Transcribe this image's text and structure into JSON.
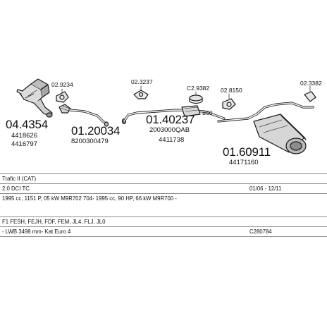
{
  "parts": [
    {
      "code": "04.4354",
      "refs": [
        "4418626",
        "4416797"
      ]
    },
    {
      "code": "01.20034",
      "refs": [
        "8200300479"
      ]
    },
    {
      "code": "01.40237",
      "refs": [
        "2003000QAB",
        "4411738"
      ]
    },
    {
      "code": "01.60911",
      "refs": [
        "44171160"
      ]
    }
  ],
  "small_parts": [
    "02.9234",
    "02.3237",
    "C2.9382",
    "02.8150",
    "02.3382"
  ],
  "dimension_label": "ø50",
  "info_rows": [
    {
      "left": "Trafic II (CAT)",
      "right": ""
    },
    {
      "left": "2.0 DCI TC",
      "right": "01/06 - 12/11"
    },
    {
      "left": "1995 cc, 1151 P, 05 kW M9R702 704- 1995 cc, 90 HP, 66 kW M9R700 -",
      "right": ""
    },
    {
      "left": "F1 FESH, FEJH, FDF, FEM, JL4, FLJ, JL0",
      "right": ""
    },
    {
      "left": "- LWB 3498 mm- Kat Euro 4",
      "right": "C280784"
    }
  ]
}
